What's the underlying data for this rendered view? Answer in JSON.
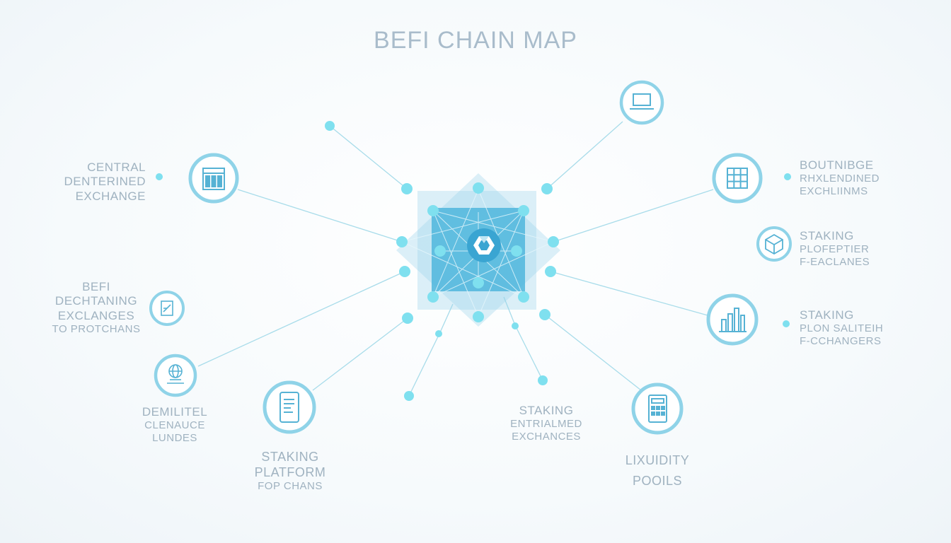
{
  "title": "BEFI CHAIN MAP",
  "colors": {
    "ring": "#8fd3e8",
    "line": "#a8dcea",
    "node": "#7fe0ef",
    "core": "#4fb6dc",
    "core_light": "#9ad3ea",
    "icon": "#56b2d4",
    "text": "#9fb2c0"
  },
  "center_icon": "chain-logo-icon",
  "labels": {
    "central": [
      "CENTRAL",
      "DENTERINED",
      "EXCHANGE"
    ],
    "befi": [
      "BEFI",
      "DECHTANING",
      "EXCLANGES",
      "TO PROTCHANS"
    ],
    "demilitel": [
      "DEMILITEL",
      "CLENAUCE",
      "LUNDES"
    ],
    "staking_platform": [
      "STAKING",
      "PLATFORM",
      "FOP CHANS"
    ],
    "staking_entrialmed": [
      "STAKING",
      "ENTRIALMED",
      "EXCHANCES"
    ],
    "liquidity": [
      "LIXUIDITY",
      "POOILS"
    ],
    "boutnibge": [
      "BOUTNIBGE",
      "RHXLENDINED",
      "EXCHLIINMS"
    ],
    "staking_plofeptier": [
      "STAKING",
      "PLOFEPTIER",
      "F-EACLANES"
    ],
    "staking_plonsaliteih": [
      "STAKING",
      "PLON SALITEIH",
      "F-CCHANGERS"
    ]
  },
  "icons": {
    "central": "exchange-building-icon",
    "befi": "document-chart-icon",
    "demilitel": "globe-laptop-icon",
    "staking_platform": "mobile-phone-icon",
    "liquidity": "calculator-icon",
    "top_right": "laptop-icon",
    "boutnibge": "grid-icon",
    "staking_plofeptier": "cube-icon",
    "staking_plonsaliteih": "bar-chart-icon"
  }
}
